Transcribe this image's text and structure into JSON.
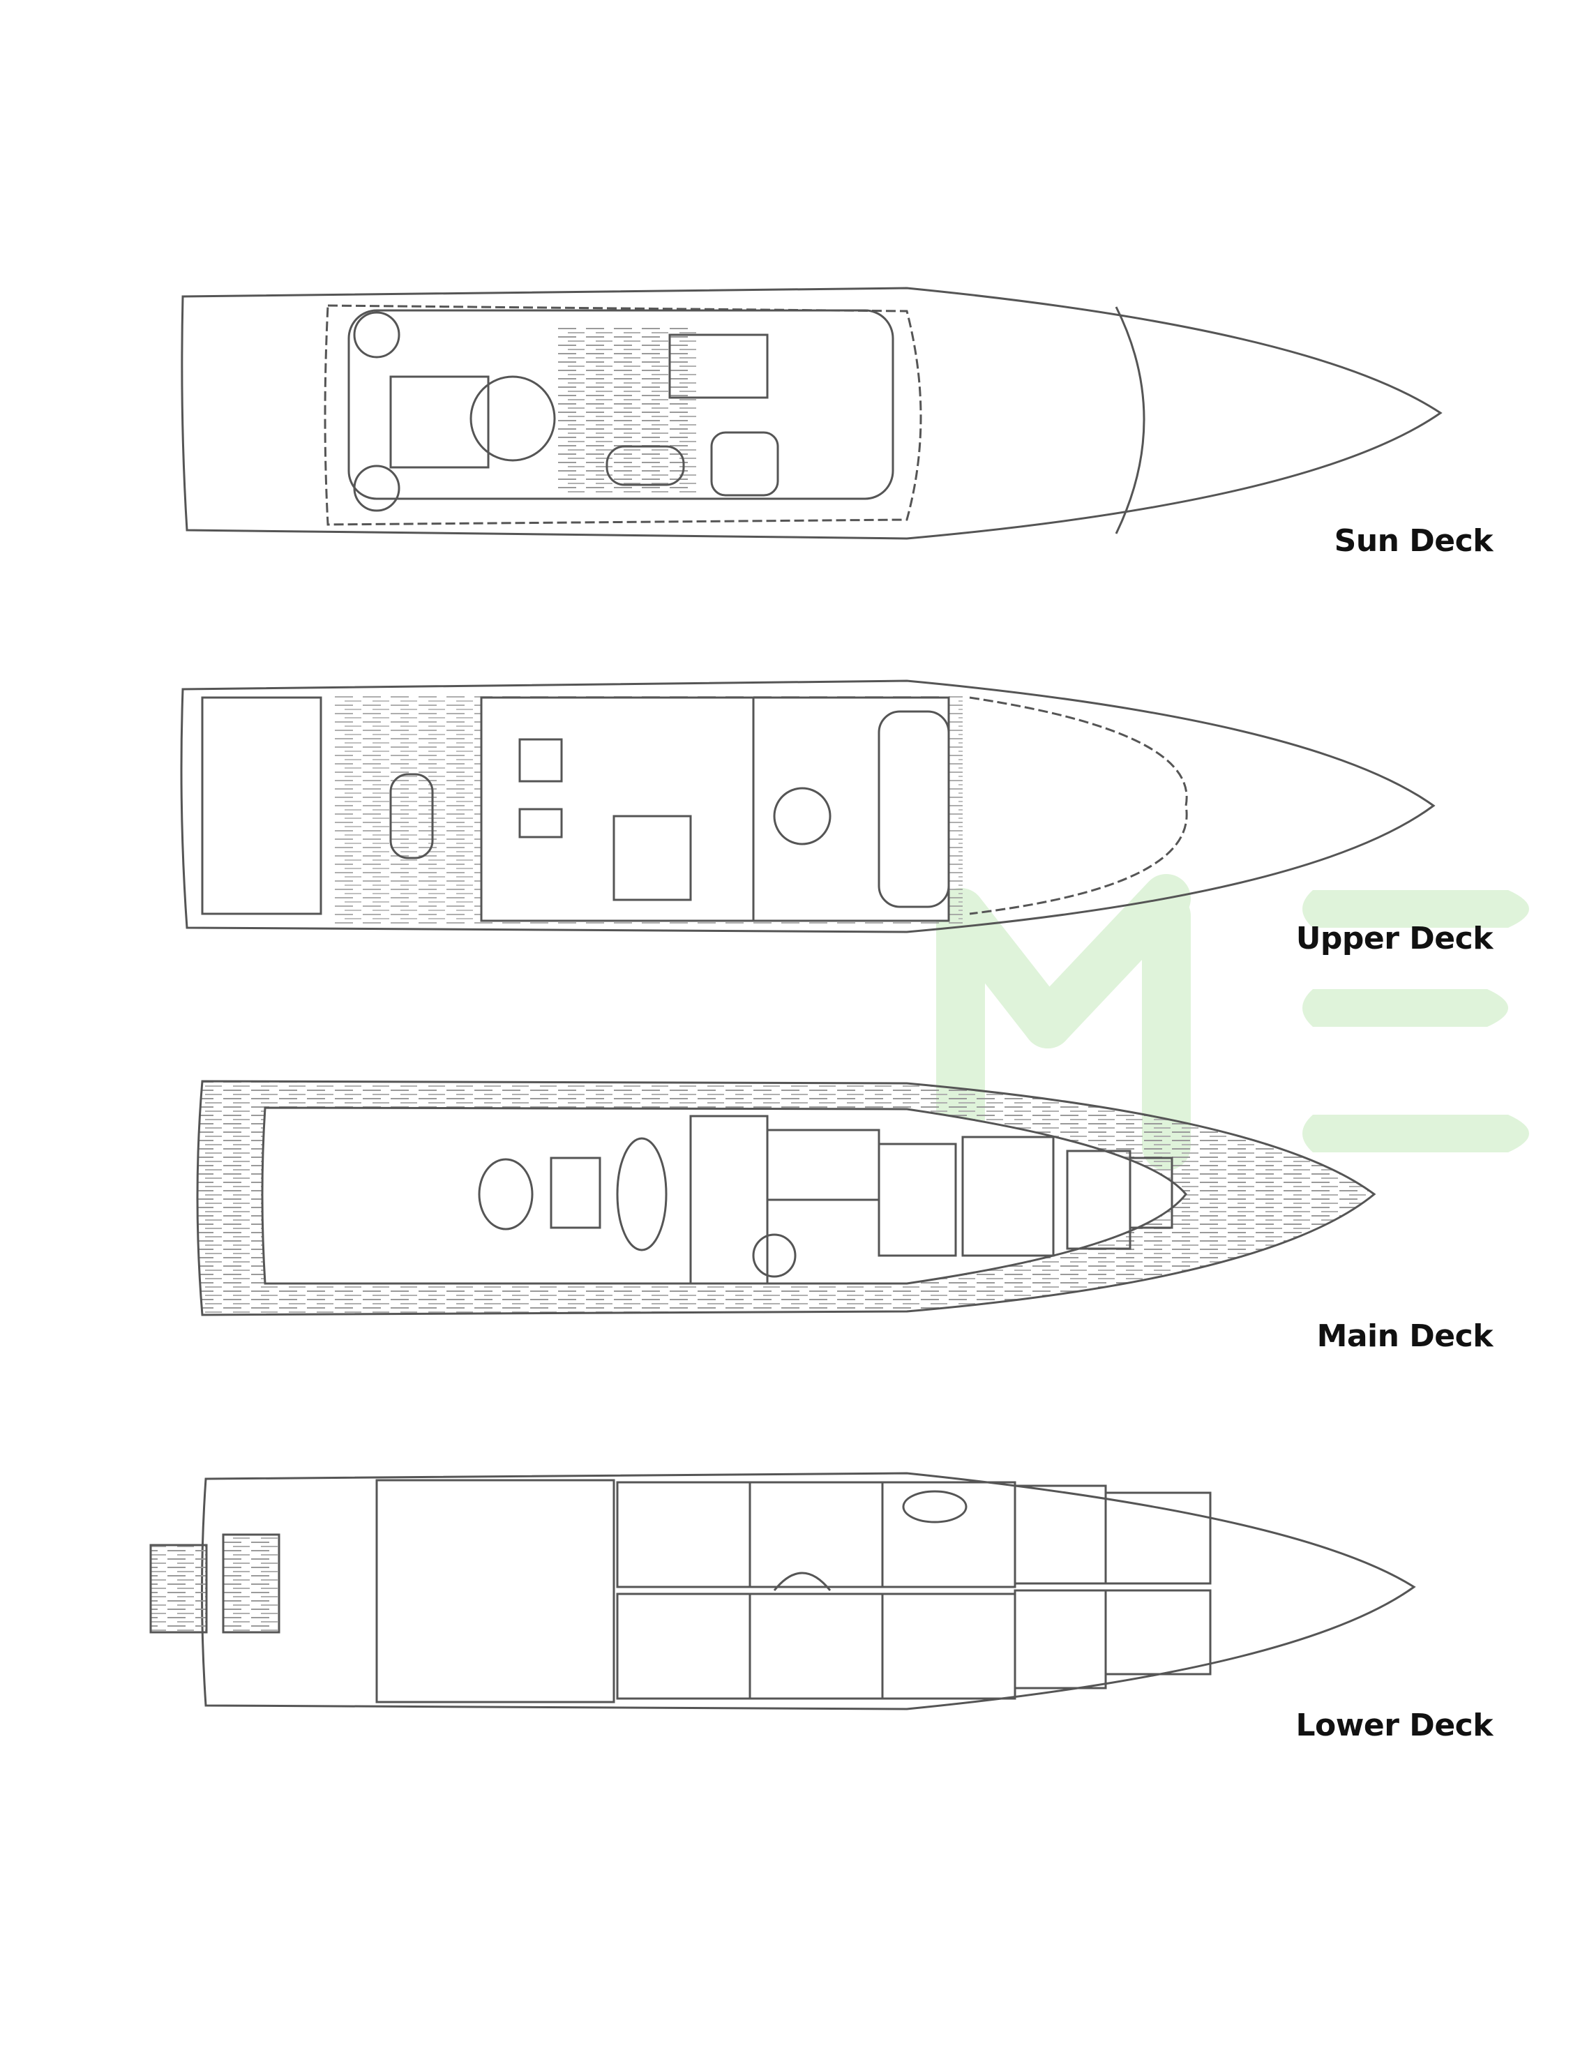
{
  "decks": [
    {
      "name": "Sun Deck"
    },
    {
      "name": "Upper Deck"
    },
    {
      "name": "Main Deck"
    },
    {
      "name": "Lower Deck"
    }
  ],
  "watermark": {
    "text": "ME",
    "color": "#dff3da"
  },
  "colors": {
    "line": "#555555",
    "hatch": "#9a9a9a",
    "label": "#111111"
  }
}
